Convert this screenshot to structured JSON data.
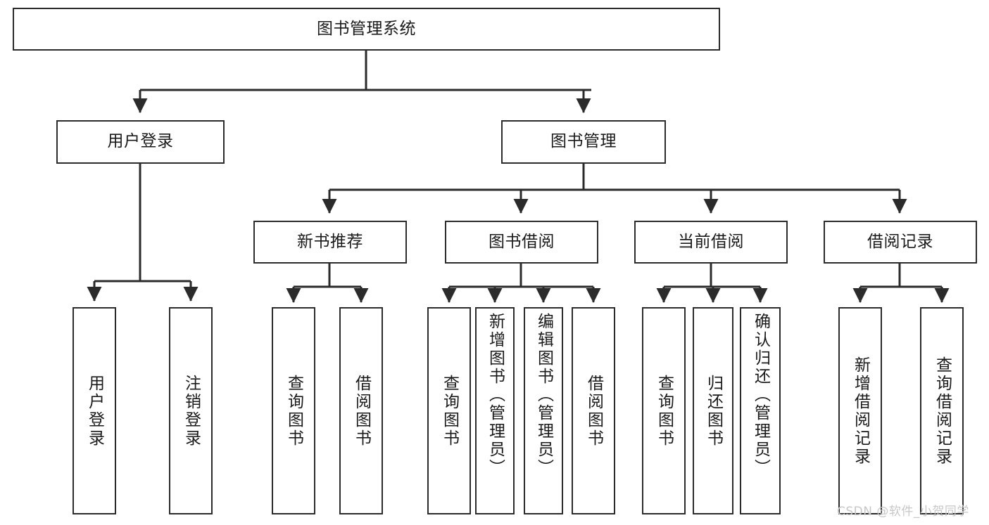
{
  "diagram": {
    "title": "图书管理系统",
    "watermark": "CSDN @软件_小贺同学",
    "nodes": {
      "root": {
        "label": "图书管理系统"
      },
      "tier2": [
        {
          "id": "user-login",
          "label": "用户登录"
        },
        {
          "id": "book-management",
          "label": "图书管理"
        }
      ],
      "tier3": [
        {
          "id": "new-book-recommend",
          "label": "新书推荐"
        },
        {
          "id": "book-borrow",
          "label": "图书借阅"
        },
        {
          "id": "current-borrow",
          "label": "当前借阅"
        },
        {
          "id": "borrow-record",
          "label": "借阅记录"
        }
      ],
      "leaves": [
        {
          "id": "leaf-user-login",
          "label": "用户登录",
          "parent": "user-login"
        },
        {
          "id": "leaf-logout-login",
          "label": "注销登录",
          "parent": "user-login"
        },
        {
          "id": "leaf-query-book-1",
          "label": "查询图书",
          "parent": "new-book-recommend"
        },
        {
          "id": "leaf-borrow-book-1",
          "label": "借阅图书",
          "parent": "new-book-recommend"
        },
        {
          "id": "leaf-query-book-2",
          "label": "查询图书",
          "parent": "book-borrow"
        },
        {
          "id": "leaf-add-book",
          "label": "新增图书（管理员）",
          "parent": "book-borrow"
        },
        {
          "id": "leaf-edit-book",
          "label": "编辑图书（管理员）",
          "parent": "book-borrow"
        },
        {
          "id": "leaf-borrow-book-2",
          "label": "借阅图书",
          "parent": "book-borrow"
        },
        {
          "id": "leaf-query-book-3",
          "label": "查询图书",
          "parent": "current-borrow"
        },
        {
          "id": "leaf-return-book",
          "label": "归还图书",
          "parent": "current-borrow"
        },
        {
          "id": "leaf-confirm-return",
          "label": "确认归还（管理员）",
          "parent": "current-borrow"
        },
        {
          "id": "leaf-add-record",
          "label": "新增借阅记录",
          "parent": "borrow-record"
        },
        {
          "id": "leaf-query-record",
          "label": "查询借阅记录",
          "parent": "borrow-record"
        }
      ]
    },
    "colors": {
      "stroke": "#2b2b2b",
      "fill": "#ffffff",
      "text": "#1a1a1a",
      "watermark": "#c7c7c7"
    }
  }
}
